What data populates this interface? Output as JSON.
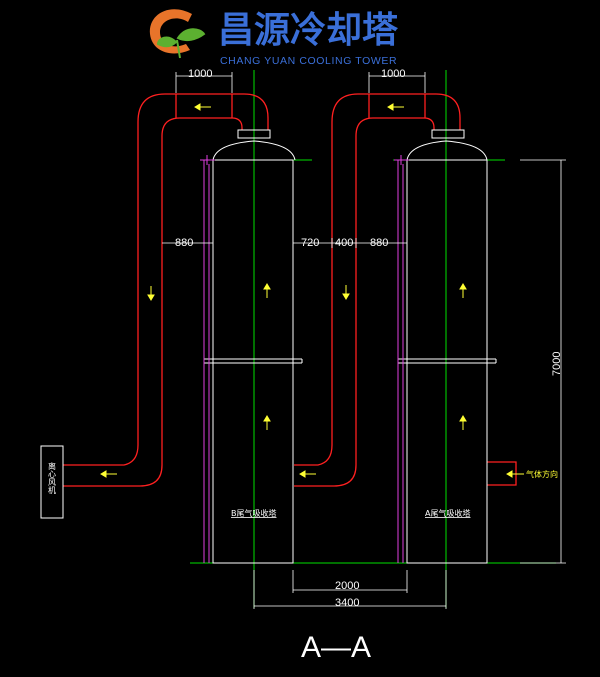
{
  "logo": {
    "cn": "昌源冷却塔",
    "en": "CHANG YUAN COOLING TOWER",
    "colors": {
      "primary": "#3a6fd8",
      "orange": "#e8742a",
      "green": "#5cb030"
    }
  },
  "dimensions": {
    "duct_left": "1000",
    "duct_right": "1000",
    "gap_left": "880",
    "gap_mid_a": "720",
    "gap_mid_b": "400",
    "gap_mid_c": "880",
    "height": "7000",
    "span_inner": "2000",
    "span_outer": "3400"
  },
  "labels": {
    "tower_b": "B尾气吸收塔",
    "tower_a": "A尾气吸收塔",
    "fan": "离心风机",
    "gas_direction": "气体方向",
    "section": "A—A"
  },
  "colors": {
    "background": "#000000",
    "duct": "#ff2020",
    "centerline": "#00e000",
    "tower": "#ffffff",
    "pipe": "#e040e0",
    "arrow": "#ffff33"
  }
}
